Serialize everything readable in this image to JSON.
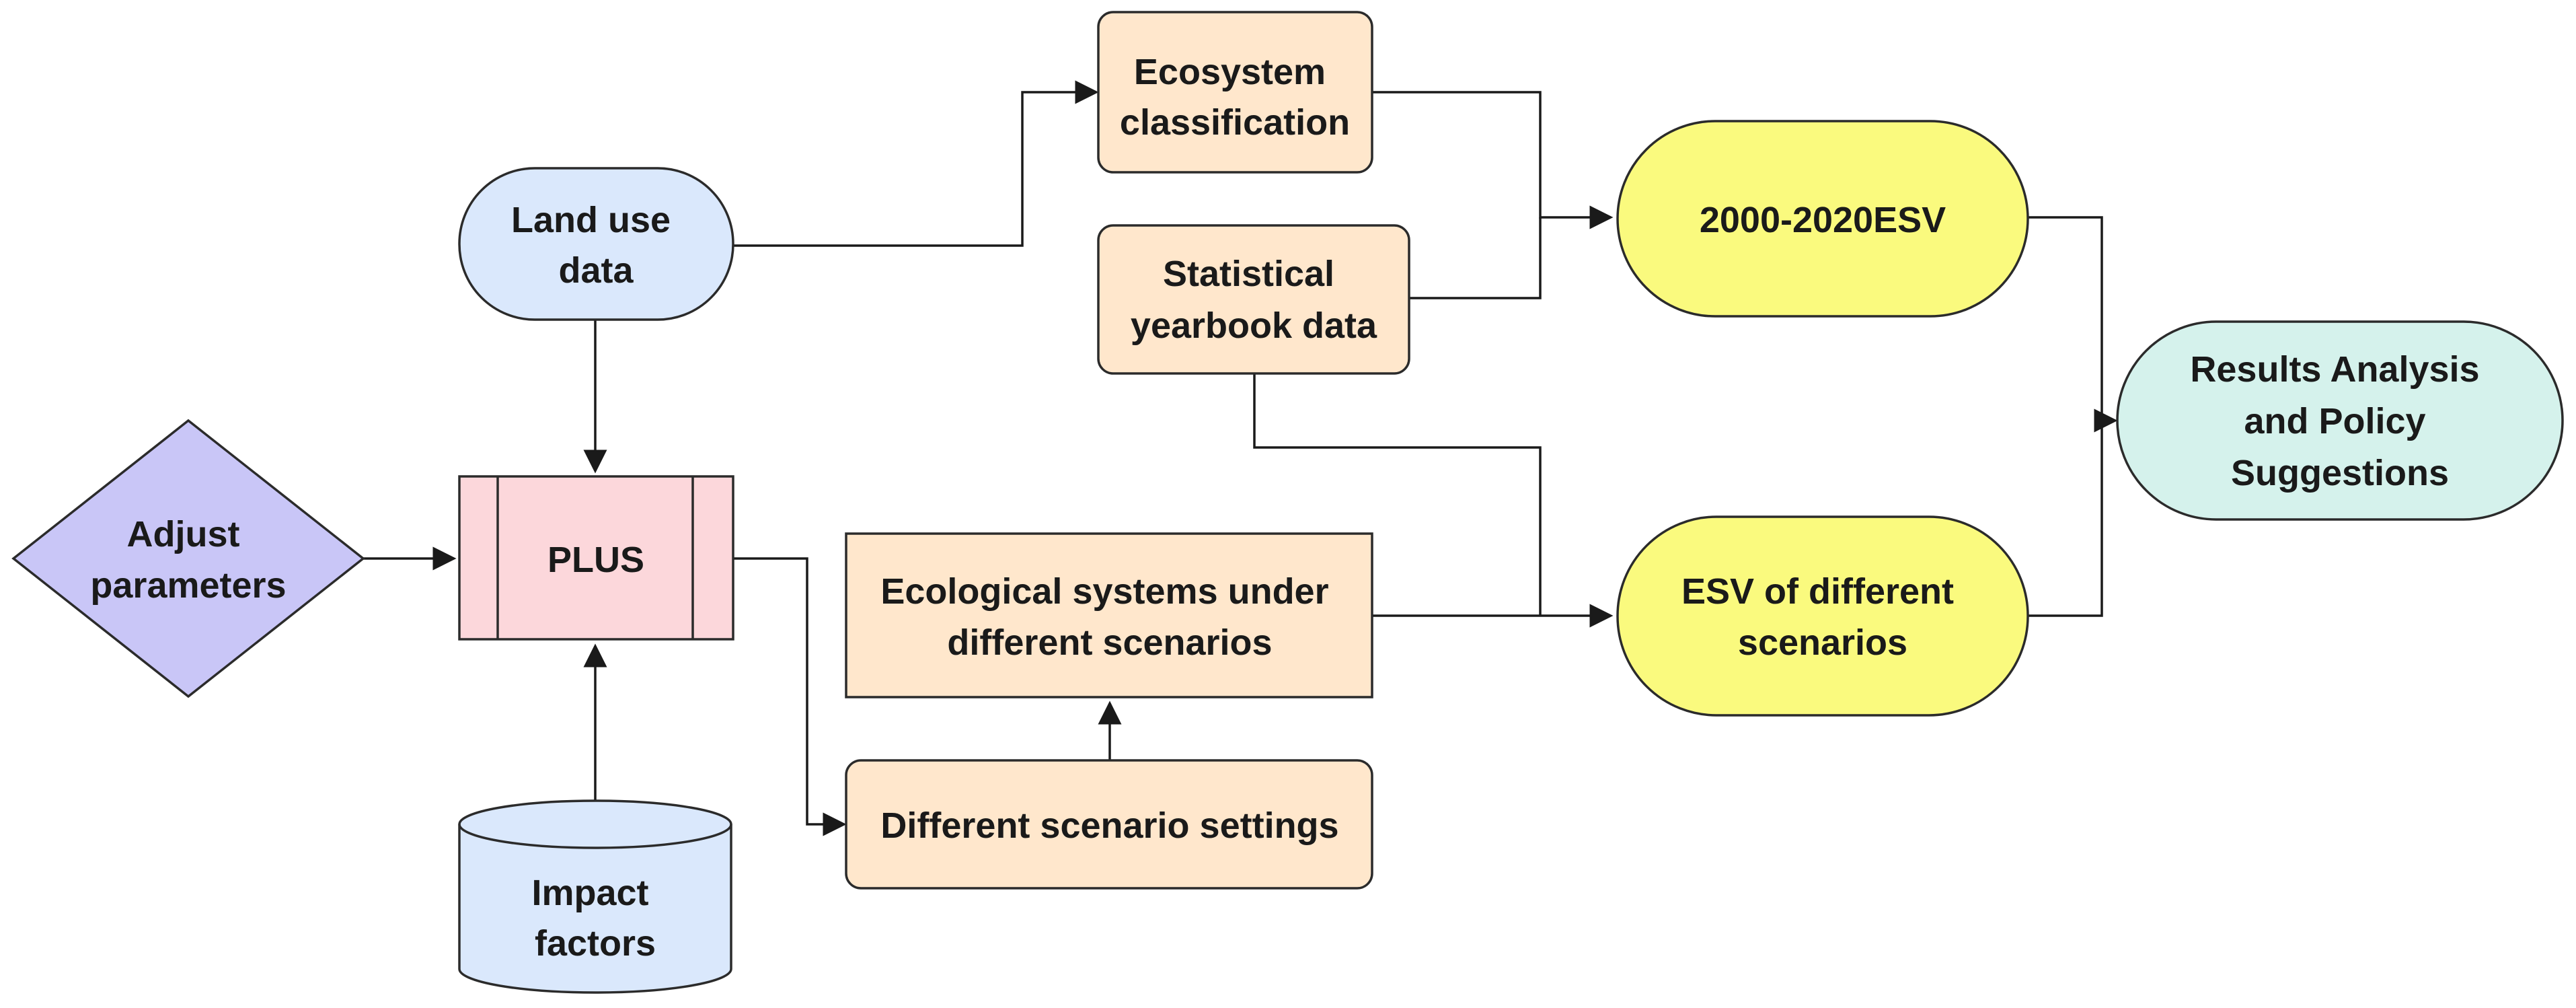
{
  "nodes": {
    "land_use": {
      "lines": [
        "Land use",
        "data"
      ],
      "fill": "#dae8fc"
    },
    "adjust": {
      "lines": [
        "Adjust",
        "parameters"
      ],
      "fill": "#c9c6f7"
    },
    "plus": {
      "lines": [
        "PLUS"
      ],
      "fill": "#fcd7db"
    },
    "impact": {
      "lines": [
        "Impact",
        "factors"
      ],
      "fill": "#dae8fc"
    },
    "eco_class": {
      "lines": [
        "Ecosystem",
        "classification"
      ],
      "fill": "#ffe7cc"
    },
    "stat_yearbook": {
      "lines": [
        "Statistical",
        "yearbook data"
      ],
      "fill": "#ffe7cc"
    },
    "eco_scen": {
      "lines": [
        "Ecological systems under",
        "different scenarios"
      ],
      "fill": "#ffe7cc"
    },
    "scen_settings": {
      "lines": [
        "Different scenario settings"
      ],
      "fill": "#ffe7cc"
    },
    "esv_2000": {
      "lines": [
        "2000-2020ESV"
      ],
      "fill": "#fafa7e"
    },
    "esv_scen": {
      "lines": [
        "ESV of different",
        "scenarios"
      ],
      "fill": "#fafa7e"
    },
    "results": {
      "lines": [
        "Results Analysis",
        "and Policy",
        "Suggestions"
      ],
      "fill": "#d5f2ec"
    }
  }
}
